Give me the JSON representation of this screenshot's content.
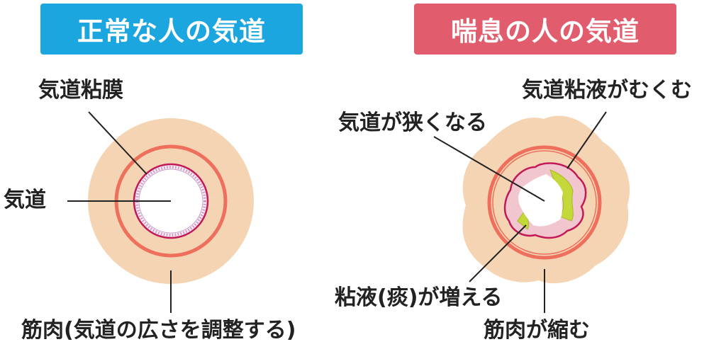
{
  "colors": {
    "normal_banner": "#1ca6df",
    "asthma_banner": "#e15c6c",
    "tissue": "#f5d4b3",
    "muscle": "#ee6f5b",
    "mucosa": "#c21a58",
    "mucus": "#c4d83a",
    "text": "#222222"
  },
  "normal": {
    "title": "正常な人の気道",
    "labels": {
      "mucosa": "気道粘膜",
      "airway": "気道",
      "muscle": "筋肉(気道の広さを調整する)"
    }
  },
  "asthma": {
    "title": "喘息の人の気道",
    "labels": {
      "swelling": "気道粘液がむくむ",
      "narrowing": "気道が狭くなる",
      "mucus": "粘液(痰)が増える",
      "muscle": "筋肉が縮む"
    }
  }
}
